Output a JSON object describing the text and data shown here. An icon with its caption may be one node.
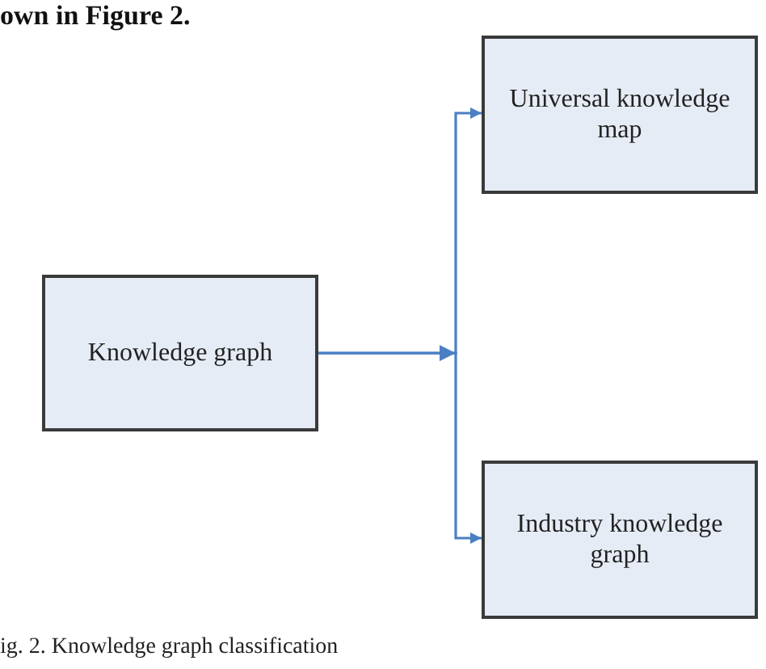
{
  "diagram": {
    "caption": "ig. 2. Knowledge graph classification",
    "nodes": [
      {
        "text": [
          "Universal knowledge map"
        ]
      },
      {
        "text": [
          "Knowledge graph"
        ]
      },
      {
        "text": [
          "Industry knowledge graph"
        ]
      }
    ],
    "edges": [
      {
        "from": 1,
        "to": 0,
        "arrow": "to"
      },
      {
        "from": 1,
        "to": 2,
        "arrow": "to"
      }
    ],
    "labels": [
      "own in Figure 2."
    ]
  }
}
